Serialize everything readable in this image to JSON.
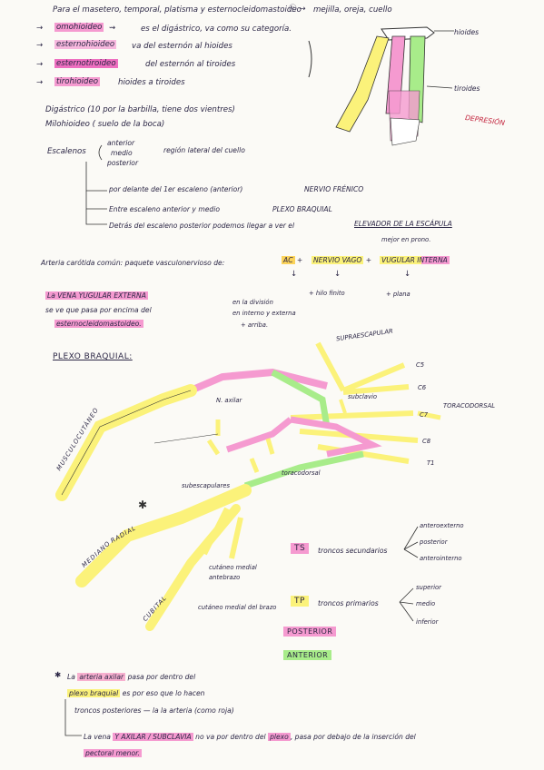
{
  "lines": {
    "l1": "Para el masetero, temporal, platisma y esternocleidomastoideo",
    "l1_end": "mejilla, oreja, cuello",
    "omohioideo": "omohioideo",
    "omohioideo_desc": "es el digástrico, va como su categoría.",
    "esternohioideo": "esternohioideo",
    "esternohioideo_desc": "va del esternón al hioides",
    "esternotiroideo": "esternotiroideo",
    "esternotiroideo_desc": "del esternón al tiroides",
    "tirohioideo": "tirohioideo",
    "tirohioideo_desc": "hioides a tiroides",
    "hioides_label": "hioides",
    "tiroides_label": "tiroides",
    "digastrico": "Digástrico (10 por la barbilla, tiene dos vientres)",
    "milohioideo": "Milohioideo ( suelo de la boca)",
    "escalenos": "Escalenos",
    "escaleno_anterior": "anterior",
    "escaleno_medio": "medio",
    "escaleno_posterior": "posterior",
    "escalenos_region": "región lateral del cuello",
    "escalenos_1": "por delante del 1er escaleno (anterior)",
    "escalenos_1_end": "NERVIO FRÉNICO",
    "escalenos_2": "Entre escaleno anterior y medio",
    "escalenos_2_end": "PLEXO BRAQUIAL",
    "escalenos_3": "Detrás del escaleno posterior podemos llegar a ver el",
    "escalenos_3_end": "ELEVADOR DE LA ESCÁPULA",
    "escalenos_3_sub": "mejor en prono.",
    "depresion": "DEPRESIÓN",
    "arteria": "Arteria carótida común: paquete vasculonervioso de:",
    "ac": "AC",
    "nervio_vago": "NERVIO VAGO",
    "vyi": "VUGULAR INTERNA",
    "vena_ext_1": "La VENA YUGULAR EXTERNA",
    "vena_ext_2": "se ve que pasa por encima del",
    "vena_ext_3": "esternocleidomastoideo.",
    "division": "en la división",
    "division_2": "en interno y externa",
    "division_3": "+ arriba.",
    "hilito": "+ hilo finito",
    "plana": "+ plana",
    "plexo_title": "PLEXO BRAQUIAL:",
    "supraescapular": "SUPRAESCAPULAR",
    "c5": "C5",
    "c6": "C6",
    "c7": "C7",
    "c8": "C8",
    "t1": "T1",
    "subclavio": "subclavio",
    "toracodorsal_top": "TORACODORSAL",
    "n_axilar": "N. axilar",
    "toracodorsal": "toracodorsal",
    "subescapulares": "subescapulares",
    "musculocutaneo": "MUSCULOCUTÁNEO",
    "mediano": "MEDIANO",
    "cubital": "CUBITAL",
    "radial": "RADIAL",
    "cut_med_ant": "cutáneo medial antebrazo",
    "cut_med_brazo": "cutáneo medial del brazo",
    "ts": "TS",
    "ts_desc": "troncos secundarios",
    "ts_1": "anteroexterno",
    "ts_2": "posterior",
    "ts_3": "anterointerno",
    "tp": "TP",
    "tp_desc": "troncos primarios",
    "tp_1": "superior",
    "tp_2": "medio",
    "tp_3": "inferior",
    "posterior_leg": "POSTERIOR",
    "anterior_leg": "ANTERIOR",
    "foot_1a": "La",
    "foot_1b": "arteria axilar",
    "foot_1c": "pasa por dentro del",
    "foot_2a": "plexo braquial",
    "foot_2b": "es por eso que lo hacen",
    "foot_3": "troncos posteriores — la la arteria (como roja)",
    "foot_4a": "La vena",
    "foot_4b": "Y AXILAR / SUBCLAVIA",
    "foot_4c": "no va por dentro del",
    "foot_4d": "plexo",
    "foot_4e": ", pasa por debajo de la inserción del",
    "foot_5": "pectoral menor."
  },
  "colors": {
    "pink": "#f59ad0",
    "yellow": "#fbf27a",
    "green": "#a8ec8a",
    "red": "#c2203a"
  }
}
